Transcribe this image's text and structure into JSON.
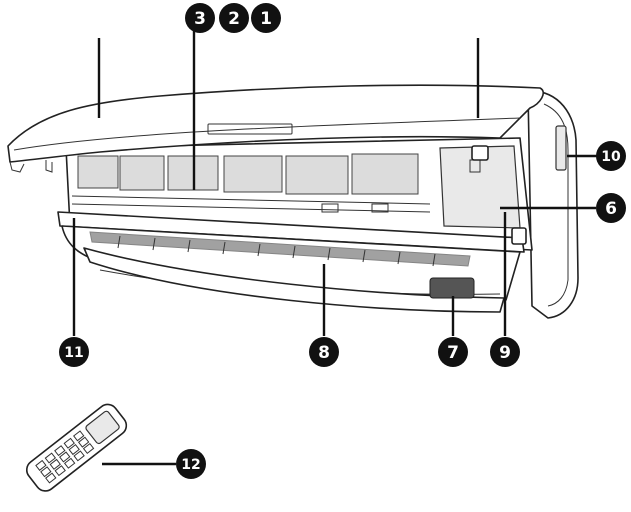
{
  "callouts": [
    {
      "id": "c1",
      "label": "1"
    },
    {
      "id": "c2",
      "label": "2"
    },
    {
      "id": "c3",
      "label": "3"
    },
    {
      "id": "c6",
      "label": "6"
    },
    {
      "id": "c7",
      "label": "7"
    },
    {
      "id": "c8",
      "label": "8"
    },
    {
      "id": "c9",
      "label": "9"
    },
    {
      "id": "c10",
      "label": "10"
    },
    {
      "id": "c11",
      "label": "11"
    },
    {
      "id": "c12",
      "label": "12"
    }
  ]
}
